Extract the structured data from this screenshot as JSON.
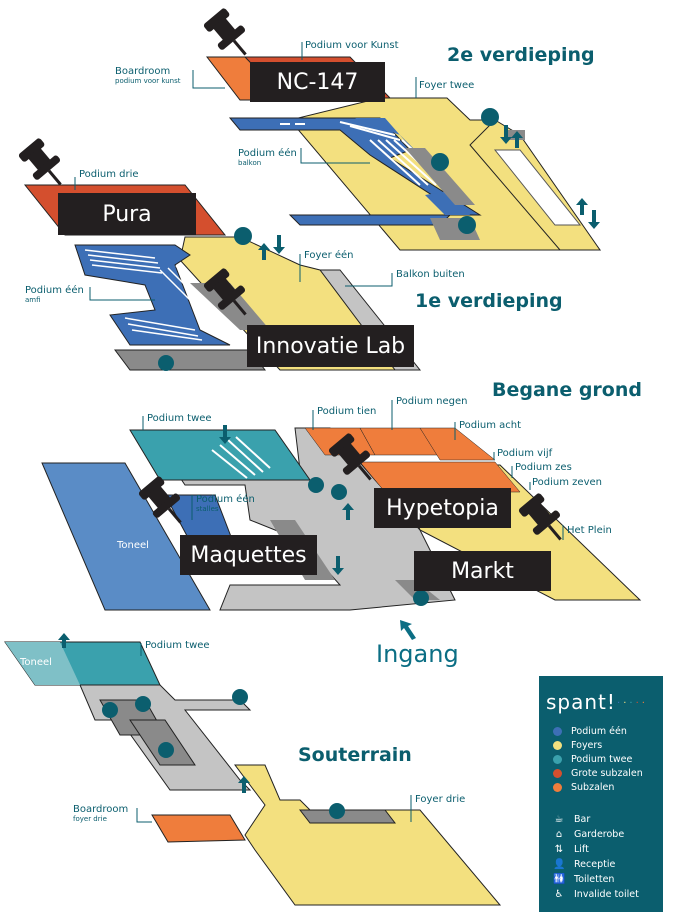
{
  "colors": {
    "podium_een": "#3d6fb6",
    "foyers": "#f3e07f",
    "podium_twee": "#3aa1ad",
    "grote_subzalen": "#d44f2e",
    "subzalen": "#ef7d3c",
    "corridor": "#c4c4c4",
    "service": "#8a8a8a",
    "brand": "#0b5e6e",
    "tag": "#231f20"
  },
  "floors": {
    "second": {
      "title": "2e verdieping"
    },
    "first": {
      "title": "1e verdieping"
    },
    "ground": {
      "title": "Begane grond"
    },
    "basement": {
      "title": "Souterrain"
    }
  },
  "labels": {
    "podium_voor_kunst": "Podium voor Kunst",
    "boardroom_2": {
      "name": "Boardroom",
      "sub": "podium voor kunst"
    },
    "foyer_twee": "Foyer twee",
    "podium_een_balkon": {
      "name": "Podium één",
      "sub": "balkon"
    },
    "podium_drie": "Podium drie",
    "foyer_een": "Foyer één",
    "balkon_buiten": "Balkon buiten",
    "podium_een_amfi": {
      "name": "Podium één",
      "sub": "amfi"
    },
    "podium_twee_ground": "Podium twee",
    "podium_tien": "Podium tien",
    "podium_negen": "Podium negen",
    "podium_acht": "Podium acht",
    "podium_vijf": "Podium vijf",
    "podium_zes": "Podium zes",
    "podium_zeven": "Podium zeven",
    "podium_een_stalles": {
      "name": "Podium één",
      "sub": "stalles"
    },
    "toneel_ground": "Toneel",
    "het_plein": "Het Plein",
    "podium_twee_basement": "Podium twee",
    "toneel_basement": "Toneel",
    "boardroom_basement": {
      "name": "Boardroom",
      "sub": "foyer drie"
    },
    "foyer_drie": "Foyer drie"
  },
  "tags": [
    "NC-147",
    "Pura",
    "Innovatie Lab",
    "Hypetopia",
    "Maquettes",
    "Markt"
  ],
  "entrance": "Ingang",
  "legend": {
    "brand": "spant!",
    "colors": [
      {
        "label": "Podium één",
        "color": "#3d6fb6"
      },
      {
        "label": "Foyers",
        "color": "#f3e07f"
      },
      {
        "label": "Podium twee",
        "color": "#3aa1ad"
      },
      {
        "label": "Grote subzalen",
        "color": "#d44f2e"
      },
      {
        "label": "Subzalen",
        "color": "#ef7d3c"
      }
    ],
    "icons": [
      {
        "icon": "coffee-cup-icon",
        "glyph": "☕",
        "label": "Bar"
      },
      {
        "icon": "hanger-icon",
        "glyph": "⌂",
        "label": "Garderobe"
      },
      {
        "icon": "lift-icon",
        "glyph": "⇅",
        "label": "Lift"
      },
      {
        "icon": "reception-icon",
        "glyph": "👤",
        "label": "Receptie"
      },
      {
        "icon": "toilets-icon",
        "glyph": "🚻",
        "label": "Toiletten"
      },
      {
        "icon": "wheelchair-icon",
        "glyph": "♿",
        "label": "Invalide toilet"
      }
    ]
  }
}
